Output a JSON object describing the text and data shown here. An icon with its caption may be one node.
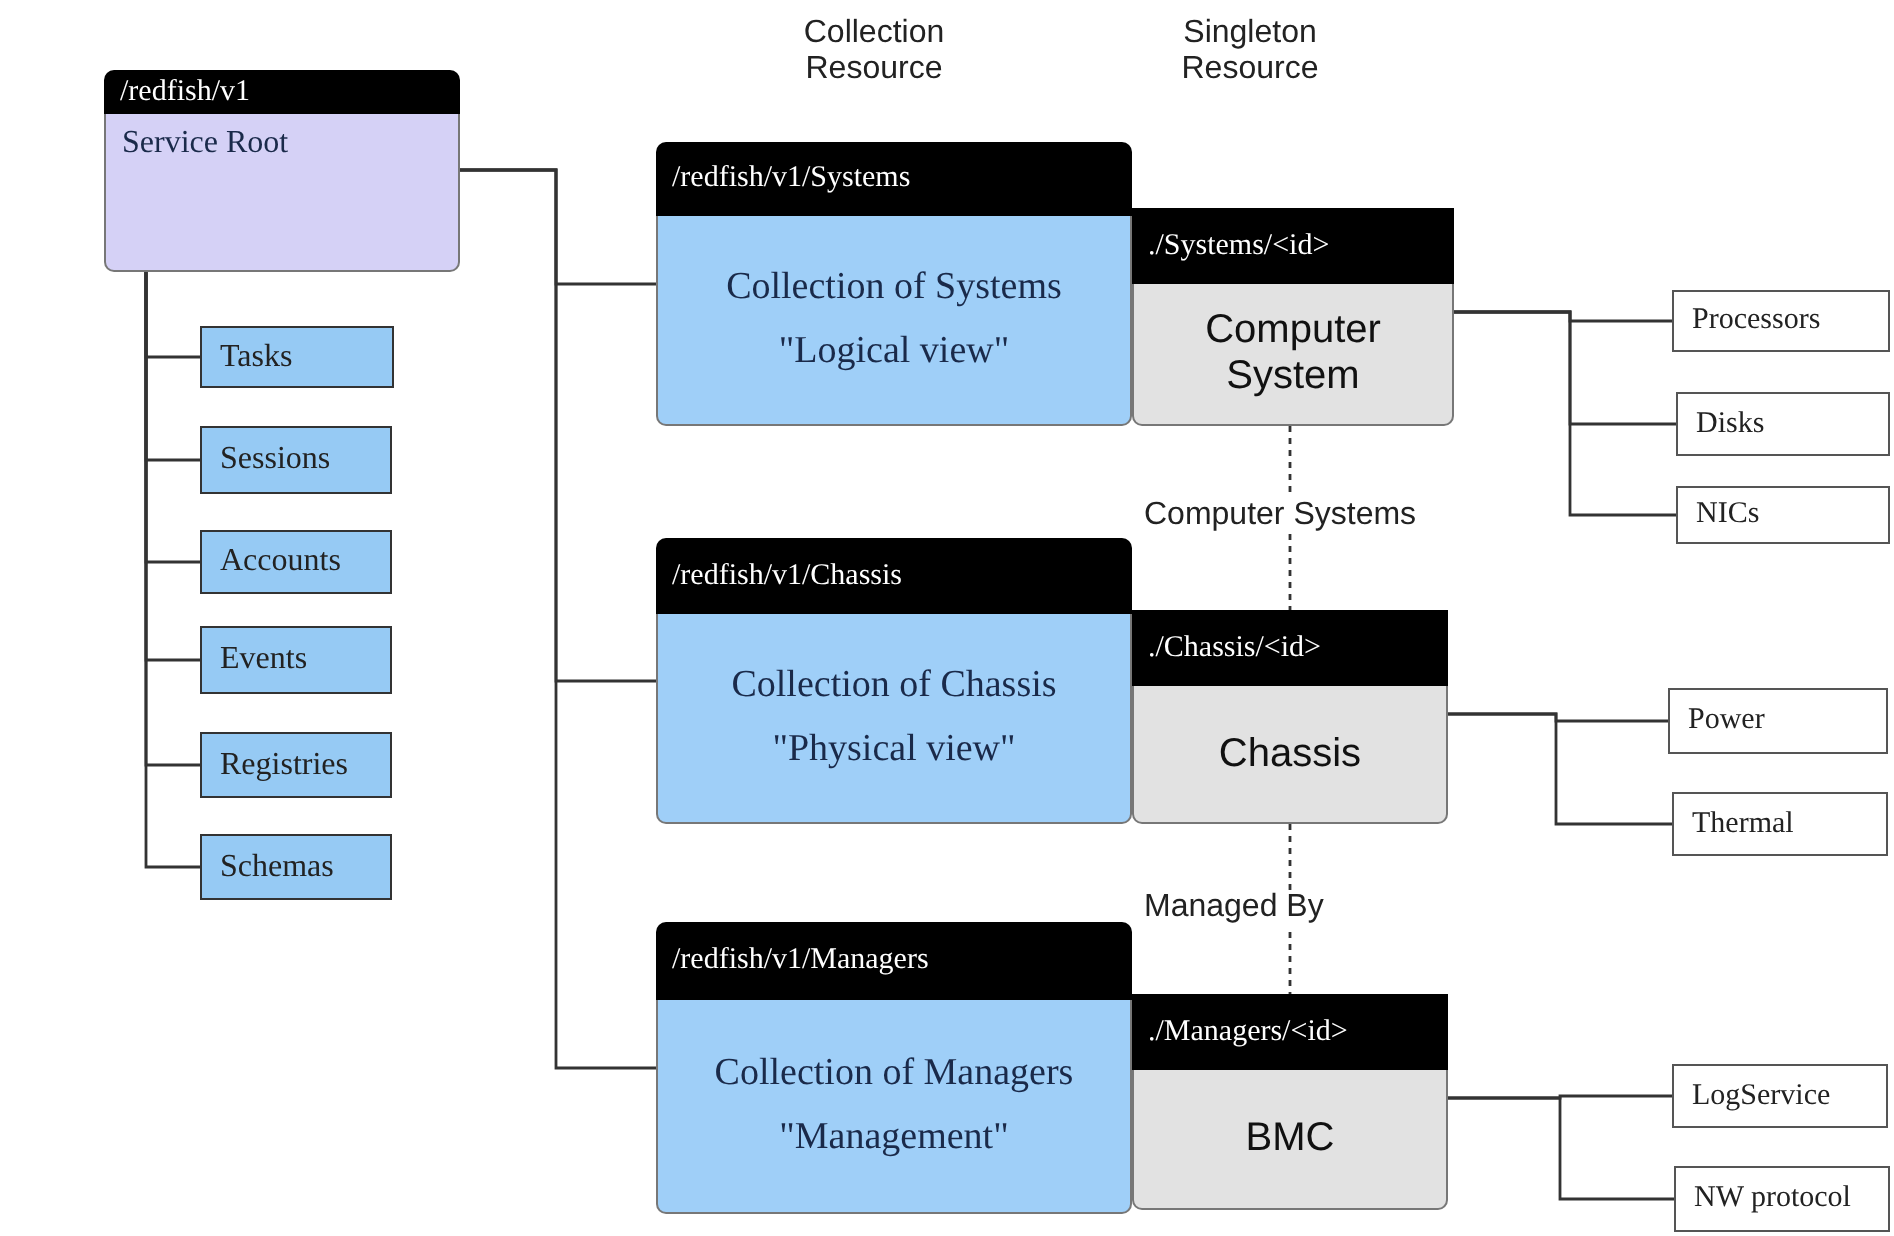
{
  "diagram": {
    "nodes": [
      {
        "text": [
          "/redfish/v1",
          "Service Root"
        ]
      },
      {
        "text": [
          "Tasks"
        ]
      },
      {
        "text": [
          "Sessions"
        ]
      },
      {
        "text": [
          "Accounts"
        ]
      },
      {
        "text": [
          "Events"
        ]
      },
      {
        "text": [
          "Registries"
        ]
      },
      {
        "text": [
          "Schemas"
        ]
      },
      {
        "text": [
          "/redfish/v1/Systems",
          "Collection of Systems",
          "\"Logical view\""
        ]
      },
      {
        "text": [
          "./Systems/<id>",
          "Computer System"
        ]
      },
      {
        "text": [
          "/redfish/v1/Chassis",
          "Collection of Chassis",
          "\"Physical view\""
        ]
      },
      {
        "text": [
          "./Chassis/<id>",
          "Chassis"
        ]
      },
      {
        "text": [
          "/redfish/v1/Managers",
          "Collection of Managers",
          "\"Management\""
        ]
      },
      {
        "text": [
          "./Managers/<id>",
          "BMC"
        ]
      },
      {
        "text": [
          "Processors"
        ]
      },
      {
        "text": [
          "Disks"
        ]
      },
      {
        "text": [
          "NICs"
        ]
      },
      {
        "text": [
          "Power"
        ]
      },
      {
        "text": [
          "Thermal"
        ]
      },
      {
        "text": [
          "LogService"
        ]
      },
      {
        "text": [
          "NW protocol"
        ]
      }
    ],
    "edges": [
      {
        "from": 0,
        "to": 1,
        "arrow": "none"
      },
      {
        "from": 0,
        "to": 2,
        "arrow": "none"
      },
      {
        "from": 0,
        "to": 3,
        "arrow": "none"
      },
      {
        "from": 0,
        "to": 4,
        "arrow": "none"
      },
      {
        "from": 0,
        "to": 5,
        "arrow": "none"
      },
      {
        "from": 0,
        "to": 6,
        "arrow": "none"
      },
      {
        "from": 0,
        "to": 7,
        "arrow": "none"
      },
      {
        "from": 0,
        "to": 9,
        "arrow": "none"
      },
      {
        "from": 0,
        "to": 11,
        "arrow": "none"
      },
      {
        "from": 8,
        "to": 10,
        "arrow": "none",
        "label": "Computer Systems",
        "style": "dashed"
      },
      {
        "from": 10,
        "to": 12,
        "arrow": "none",
        "label": "Managed By",
        "style": "dashed"
      },
      {
        "from": 8,
        "to": 13,
        "arrow": "none"
      },
      {
        "from": 8,
        "to": 14,
        "arrow": "none"
      },
      {
        "from": 8,
        "to": 15,
        "arrow": "none"
      },
      {
        "from": 10,
        "to": 16,
        "arrow": "none"
      },
      {
        "from": 10,
        "to": 17,
        "arrow": "none"
      },
      {
        "from": 12,
        "to": 18,
        "arrow": "none"
      },
      {
        "from": 12,
        "to": 19,
        "arrow": "none"
      }
    ],
    "labels": [
      "Collection Resource",
      "Singleton Resource"
    ]
  }
}
